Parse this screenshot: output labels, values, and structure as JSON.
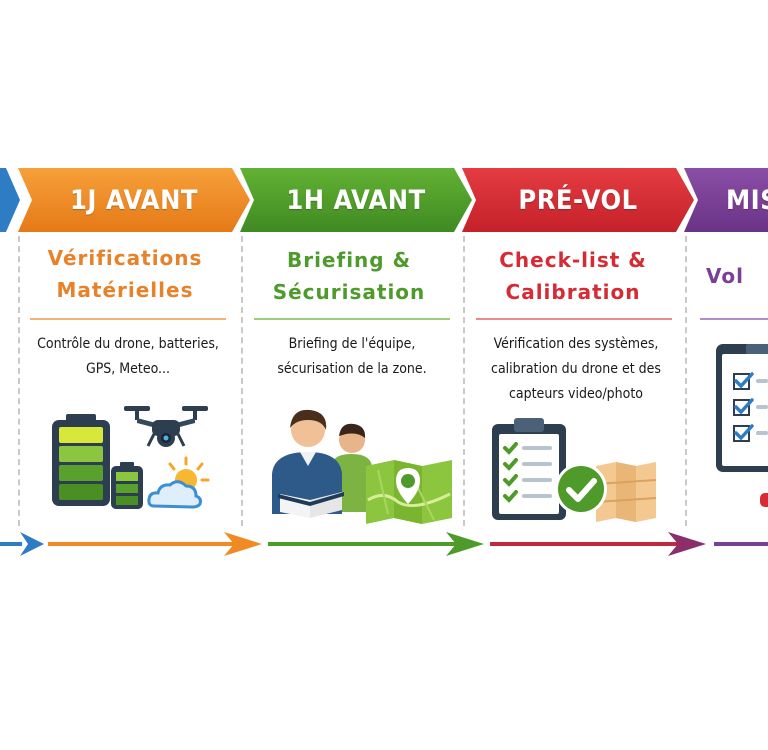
{
  "colors": {
    "blue": "#2e7cc4",
    "orange": "#f08a24",
    "green": "#4e9a2a",
    "red": "#d62b34",
    "purple": "#7a3f96"
  },
  "stages": [
    {
      "banner": "",
      "title": [],
      "description": [],
      "icons": []
    },
    {
      "banner": "1J AVANT",
      "title": [
        "Vérifications",
        "Matérielles"
      ],
      "description": [
        "Contrôle du drone, batteries,",
        "GPS, Meteo..."
      ],
      "icons": [
        "battery-icon",
        "drone-icon",
        "small-battery-icon",
        "weather-sun-cloud-icon"
      ]
    },
    {
      "banner": "1H AVANT",
      "title": [
        "Briefing &",
        "Sécurisation"
      ],
      "description": [
        "Briefing de l'équipe,",
        "sécurisation de la zone."
      ],
      "icons": [
        "team-reading-icon",
        "map-location-icon"
      ]
    },
    {
      "banner": "PRÉ-VOL",
      "title": [
        "Check-list &",
        "Calibration"
      ],
      "description": [
        "Vérification des systèmes,",
        "calibration du drone et des",
        "capteurs video/photo"
      ],
      "icons": [
        "clipboard-checklist-icon",
        "check-circle-icon",
        "map-grid-icon"
      ]
    },
    {
      "banner": "MIS",
      "title": [
        "Vol"
      ],
      "description": [],
      "icons": [
        "monitor-checklist-icon"
      ]
    }
  ]
}
